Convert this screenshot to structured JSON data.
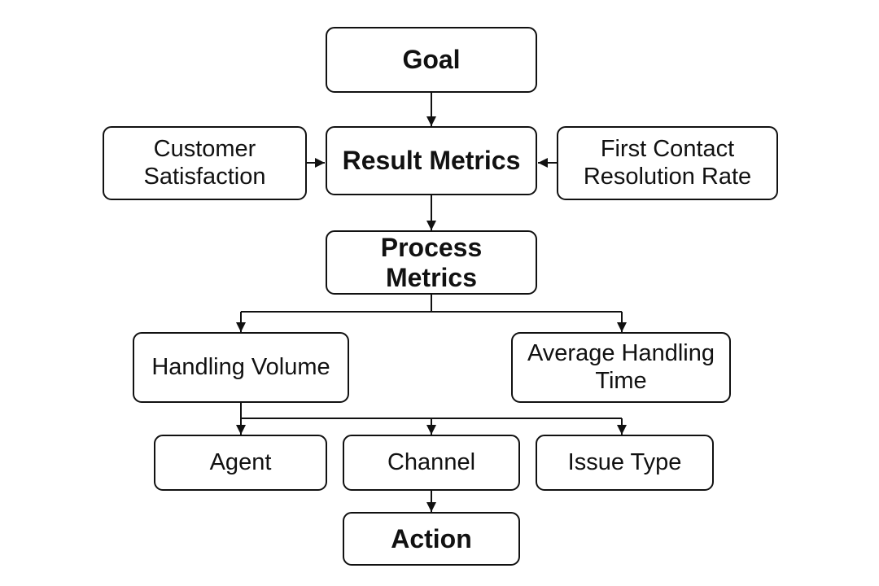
{
  "diagram": {
    "colors": {
      "stroke": "#111111",
      "fill": "#ffffff",
      "text": "#111111"
    },
    "nodes": {
      "goal": "Goal",
      "result_metrics": "Result Metrics",
      "customer_satisfaction": "Customer\nSatisfaction",
      "first_contact_resolution": "First Contact\nResolution Rate",
      "process_metrics": "Process Metrics",
      "handling_volume": "Handling Volume",
      "average_handling_time": "Average Handling\nTime",
      "agent": "Agent",
      "channel": "Channel",
      "issue_type": "Issue Type",
      "action": "Action"
    },
    "edges": [
      {
        "from": "goal",
        "to": "result_metrics"
      },
      {
        "from": "customer_satisfaction",
        "to": "result_metrics"
      },
      {
        "from": "first_contact_resolution",
        "to": "result_metrics"
      },
      {
        "from": "result_metrics",
        "to": "process_metrics"
      },
      {
        "from": "process_metrics",
        "to": "handling_volume"
      },
      {
        "from": "process_metrics",
        "to": "average_handling_time"
      },
      {
        "from": "handling_volume",
        "to": "agent"
      },
      {
        "from": "handling_volume",
        "to": "channel"
      },
      {
        "from": "handling_volume",
        "to": "issue_type"
      },
      {
        "from": "channel",
        "to": "action"
      }
    ]
  }
}
